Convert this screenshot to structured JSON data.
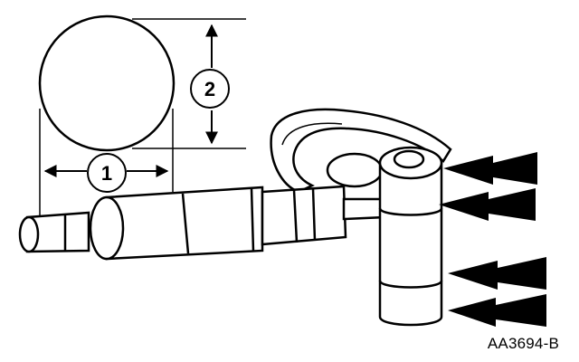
{
  "figure": {
    "callouts": [
      {
        "id": "1",
        "label": "1"
      },
      {
        "id": "2",
        "label": "2"
      }
    ],
    "reference_code": "AA3694-B"
  },
  "colors": {
    "ink": "#000000",
    "paper": "#ffffff"
  },
  "icons": [
    "circle-outline",
    "double-arrow-horizontal",
    "double-arrow-vertical",
    "bold-pointer-arrow"
  ]
}
